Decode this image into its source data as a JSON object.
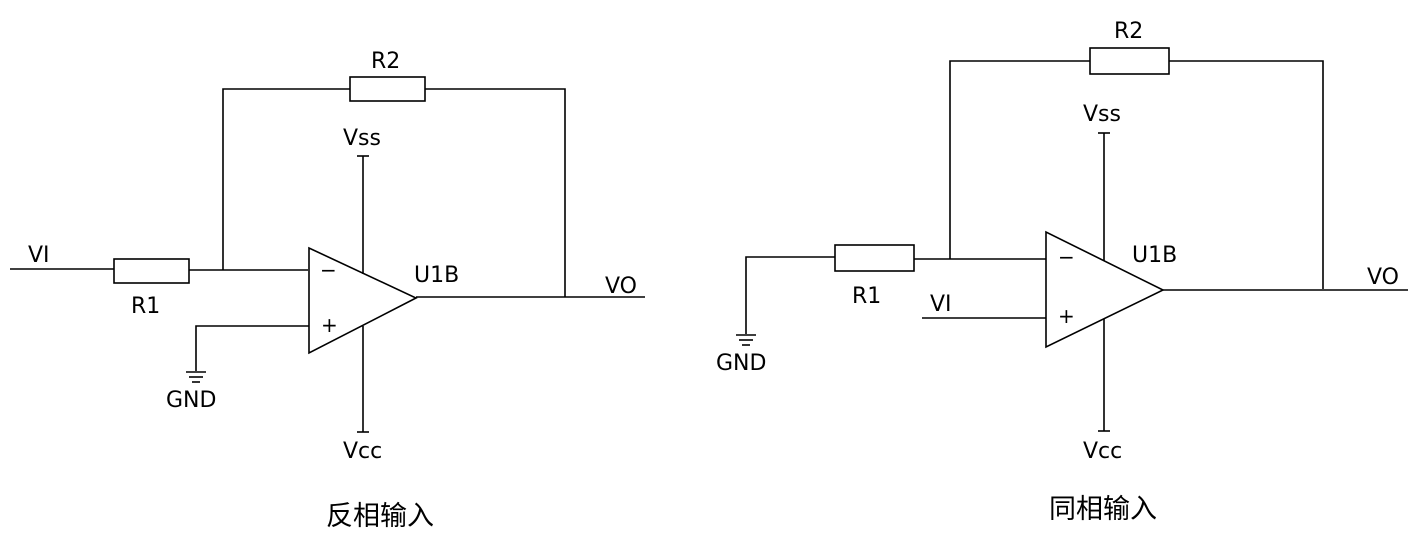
{
  "inverting": {
    "caption": "反相输入",
    "vi": "VI",
    "vo": "VO",
    "r1": "R1",
    "r2": "R2",
    "vss": "Vss",
    "vcc": "Vcc",
    "gnd": "GND",
    "opamp": "U1B",
    "minus": "−",
    "plus": "+"
  },
  "non_inverting": {
    "caption": "同相输入",
    "vi": "VI",
    "vo": "VO",
    "r1": "R1",
    "r2": "R2",
    "vss": "Vss",
    "vcc": "Vcc",
    "gnd": "GND",
    "opamp": "U1B",
    "minus": "−",
    "plus": "+"
  }
}
